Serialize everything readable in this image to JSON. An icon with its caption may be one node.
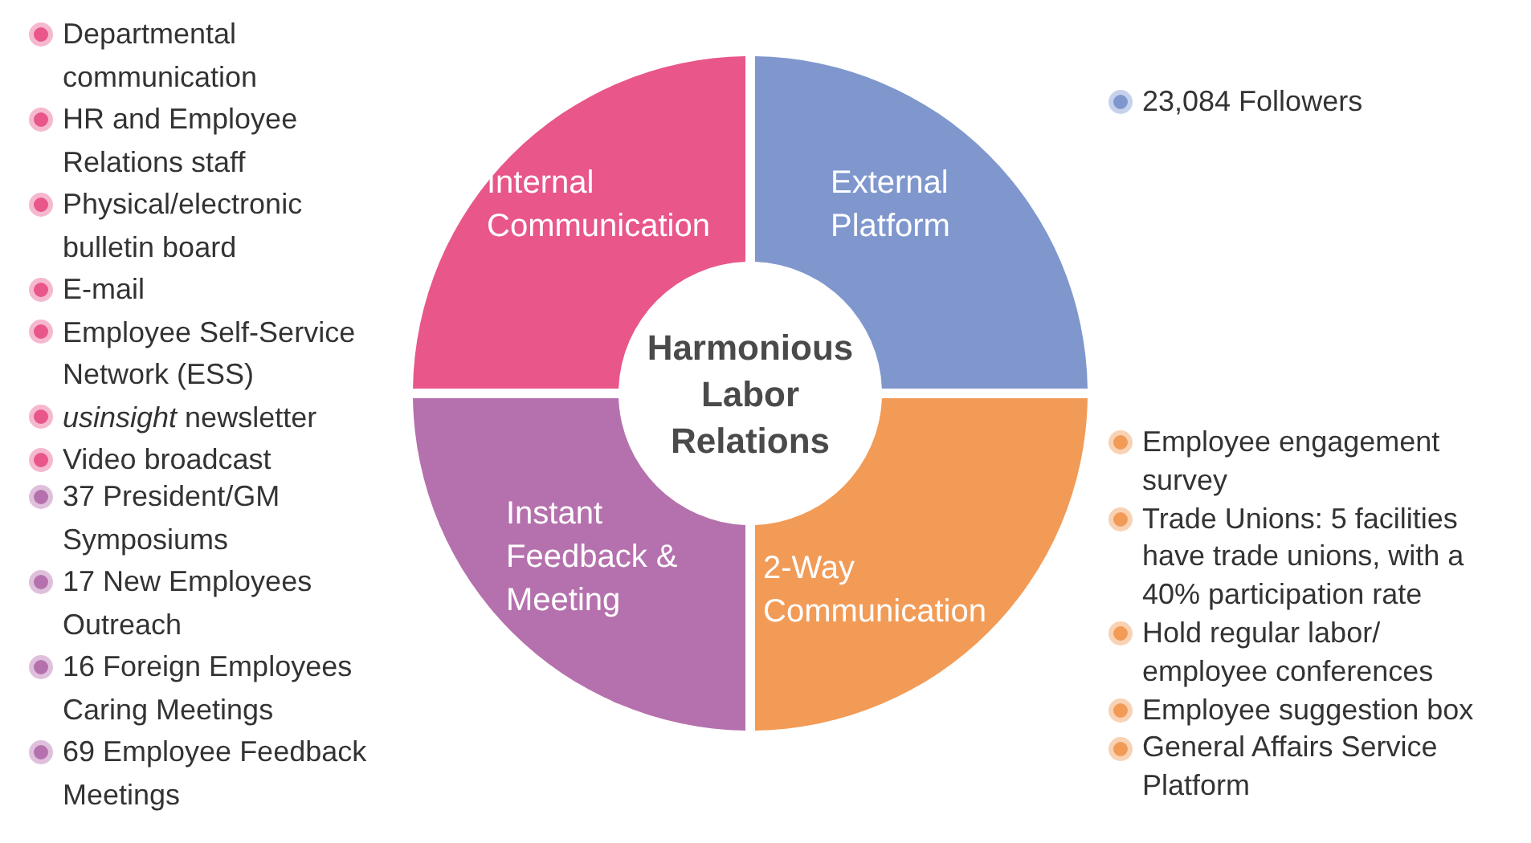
{
  "diagram": {
    "nodes": [
      {
        "text": [
          "Harmonious Labor Relations"
        ]
      },
      {
        "text": [
          "Internal Communication"
        ],
        "beside": [
          "Departmental communication",
          "HR and Employee Relations staff",
          "Physical/electronic bulletin board",
          "E-mail",
          "Employee Self-Service Network (ESS)",
          "*usinsight* newsletter",
          "Video broadcast"
        ]
      },
      {
        "text": [
          "External Platform"
        ],
        "beside": [
          "23,084 Followers"
        ]
      },
      {
        "text": [
          "Instant Feedback & Meeting"
        ],
        "beside": [
          "37 President/GM Symposiums",
          "17 New Employees Outreach",
          "16 Foreign Employees Caring Meetings",
          "69 Employee Feedback Meetings"
        ]
      },
      {
        "text": [
          "2-Way Communication"
        ],
        "beside": [
          "Employee engagement survey",
          "Trade Unions: 5 facilities have trade unions, with a 40% participation rate",
          "Hold regular labor/ employee conferences",
          "Employee suggestion box",
          "General Affairs Service Platform"
        ]
      }
    ],
    "edges": []
  }
}
